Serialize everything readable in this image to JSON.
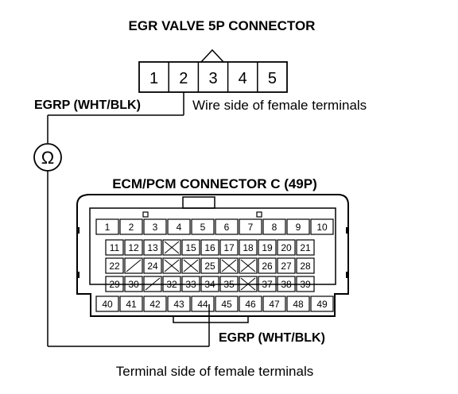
{
  "egr_connector": {
    "title": "EGR VALVE 5P CONNECTOR",
    "pins": [
      "1",
      "2",
      "3",
      "4",
      "5"
    ],
    "wire_label": "EGRP (WHT/BLK)",
    "side_label": "Wire side of female terminals"
  },
  "meter": {
    "symbol": "Ω",
    "icon": "ohmmeter-icon"
  },
  "ecm_connector": {
    "title": "ECM/PCM CONNECTOR C (49P)",
    "wire_label": "EGRP (WHT/BLK)",
    "side_label": "Terminal side of female terminals",
    "probed_pin": "44",
    "rows": [
      [
        "1",
        "2",
        "3",
        "4",
        "5",
        "6",
        "7",
        "8",
        "9",
        "10"
      ],
      [
        "11",
        "12",
        "13",
        "",
        "15",
        "16",
        "17",
        "18",
        "19",
        "20",
        "21"
      ],
      [
        "22",
        "",
        "24",
        "",
        "",
        "25",
        "",
        "",
        "26",
        "27",
        "28"
      ],
      [
        "29",
        "30",
        "",
        "32",
        "33",
        "34",
        "35",
        "",
        "37",
        "38",
        "39"
      ],
      [
        "40",
        "41",
        "42",
        "43",
        "44",
        "45",
        "46",
        "47",
        "48",
        "49"
      ]
    ]
  }
}
